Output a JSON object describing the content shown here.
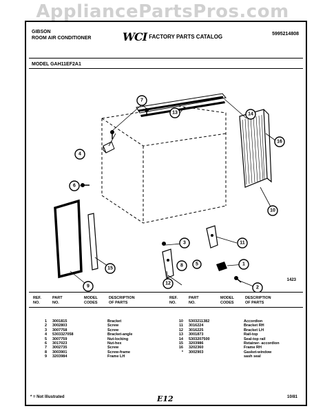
{
  "watermark": "AppliancePartsPros.com",
  "header": {
    "brand_line1": "GIBSON",
    "brand_line2": "ROOM AIR CONDITIONER",
    "logo_text": "WCI",
    "catalog_title": "FACTORY PARTS CATALOG",
    "catalog_number": "5995214808"
  },
  "model_label": "MODEL GAH11EF2A1",
  "diagram": {
    "figure_number": "1423",
    "callouts": [
      "1",
      "2",
      "3",
      "4",
      "5",
      "6",
      "7",
      "8",
      "9",
      "10",
      "11",
      "12",
      "13",
      "14",
      "15",
      "16"
    ]
  },
  "table": {
    "headers": {
      "ref": "REF.\nNO.",
      "part": "PART\nNO.",
      "code": "MODEL\nCODES",
      "desc": "DESCRIPTION\nOF PARTS"
    },
    "left_rows": [
      {
        "ref": "1",
        "part": "3001815",
        "code": "",
        "desc": "Bracket"
      },
      {
        "ref": "2",
        "part": "3002803",
        "code": "",
        "desc": "Screw"
      },
      {
        "ref": "3",
        "part": "3007758",
        "code": "",
        "desc": "Screw"
      },
      {
        "ref": "4",
        "part": "5303327058",
        "code": "",
        "desc": "Bracket-angle"
      },
      {
        "ref": "5",
        "part": "3007759",
        "code": "",
        "desc": "Nut-locking"
      },
      {
        "ref": "6",
        "part": "3017023",
        "code": "",
        "desc": "Nut-hex"
      },
      {
        "ref": "7",
        "part": "3002735",
        "code": "",
        "desc": "Screw"
      },
      {
        "ref": "8",
        "part": "3003901",
        "code": "",
        "desc": "Screw-frame"
      },
      {
        "ref": "9",
        "part": "3203984",
        "code": "",
        "desc": "Frame LH"
      }
    ],
    "right_rows": [
      {
        "ref": "10",
        "part": "5303211382",
        "code": "",
        "desc": "Accordion"
      },
      {
        "ref": "11",
        "part": "3016224",
        "code": "",
        "desc": "Bracket RH"
      },
      {
        "ref": "12",
        "part": "3016225",
        "code": "",
        "desc": "Bracket LH"
      },
      {
        "ref": "13",
        "part": "3001873",
        "code": "",
        "desc": "Rail-top"
      },
      {
        "ref": "14",
        "part": "5303207500",
        "code": "",
        "desc": "Seal-top rail"
      },
      {
        "ref": "15",
        "part": "3203986",
        "code": "",
        "desc": "Retainer- accordion"
      },
      {
        "ref": "16",
        "part": "3202360",
        "code": "",
        "desc": "Frame RH"
      },
      {
        "ref": "*",
        "part": "3002903",
        "code": "",
        "desc": "Gasket-window"
      },
      {
        "ref": "",
        "part": "",
        "code": "",
        "desc": "sash seal"
      }
    ]
  },
  "footer": {
    "footnote": "* = Not Illustrated",
    "page_code": "E12",
    "date_code": "10/81"
  }
}
